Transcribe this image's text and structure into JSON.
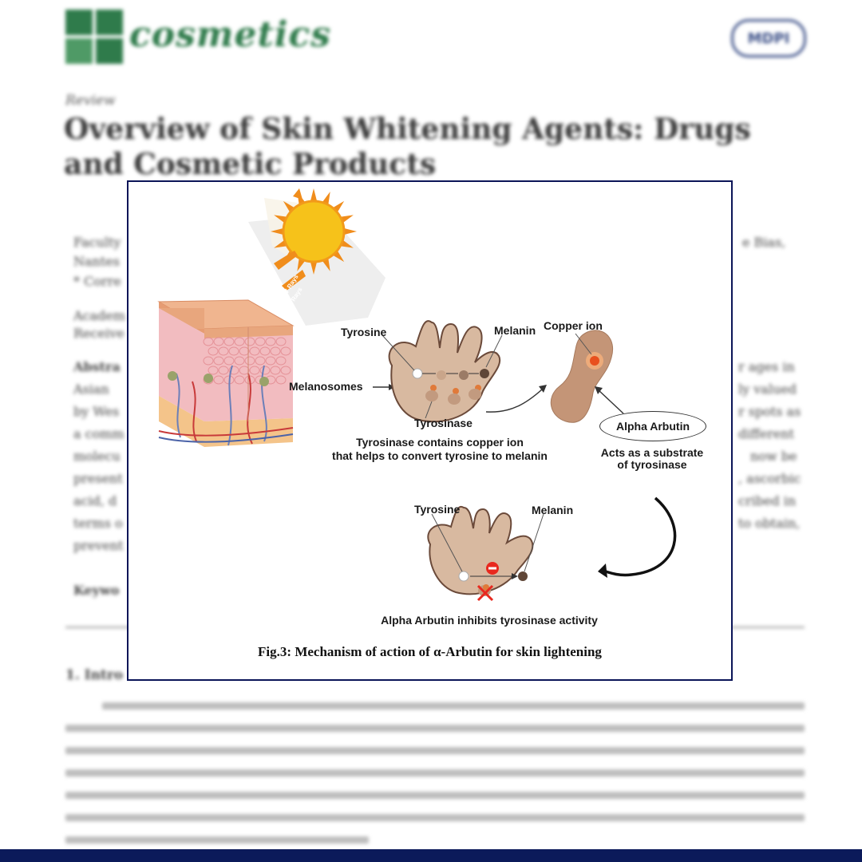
{
  "document": {
    "journal_name": "cosmetics",
    "publisher_logo": "MDPI",
    "article_type": "Review",
    "title": "Overview of Skin Whitening Agents: Drugs and Cosmetic Products",
    "left_fragments": [
      "Faculty",
      "Nantes",
      "* Corre",
      "Academ",
      "Receive",
      "Abstra",
      "Asian",
      "by Wes",
      "a comm",
      "molecu",
      "present",
      "acid, d",
      "terms o",
      "prevent",
      "Keywo"
    ],
    "right_fragments": [
      "e Bias,",
      "r ages in",
      "ly valued",
      "r spots as",
      "different",
      "now be",
      ", ascorbic",
      "cribed in",
      "to obtain,"
    ],
    "section_heading": "1. Intro",
    "colors": {
      "journal_green": "#2f7b4b",
      "frame_navy": "#0b1558",
      "bar_navy": "#0b1a5a"
    }
  },
  "figure": {
    "labels": {
      "tyrosine_top": "Tyrosine",
      "melanin_top": "Melanin",
      "copper_ion": "Copper ion",
      "melanosomes": "Melanosomes",
      "tyrosinase": "Tyrosinase",
      "copper_note_line1": "Tyrosinase contains copper ion",
      "copper_note_line2": "that helps to convert tyrosine to melanin",
      "alpha_arbutin": "Alpha Arbutin",
      "substrate_line1": "Acts as a substrate",
      "substrate_line2": "of tyrosinase",
      "tyrosine_bottom": "Tyrosine",
      "melanin_bottom": "Melanin",
      "inhibits": "Alpha Arbutin inhibits tyrosinase activity",
      "uv_rays_1": "UV Rays",
      "uv_rays_2": "UV Rays"
    },
    "caption": "Fig.3:  Mechanism of action of α-Arbutin for skin lightening",
    "icons": [
      "sun-icon",
      "skin-cross-section-icon",
      "melanocyte-cell-icon",
      "tyrosinase-enzyme-icon",
      "curved-arrow-icon",
      "inhibit-cross-icon",
      "minus-sign-icon"
    ],
    "colors": {
      "cell": "#d8b9a0",
      "cell_outline": "#6b4a3a",
      "sun": "#f6c21a",
      "copper": "#e8501e",
      "skin_top": "#e8a67d",
      "skin_pink": "#f2bcc0",
      "fat": "#f4c48a"
    }
  }
}
